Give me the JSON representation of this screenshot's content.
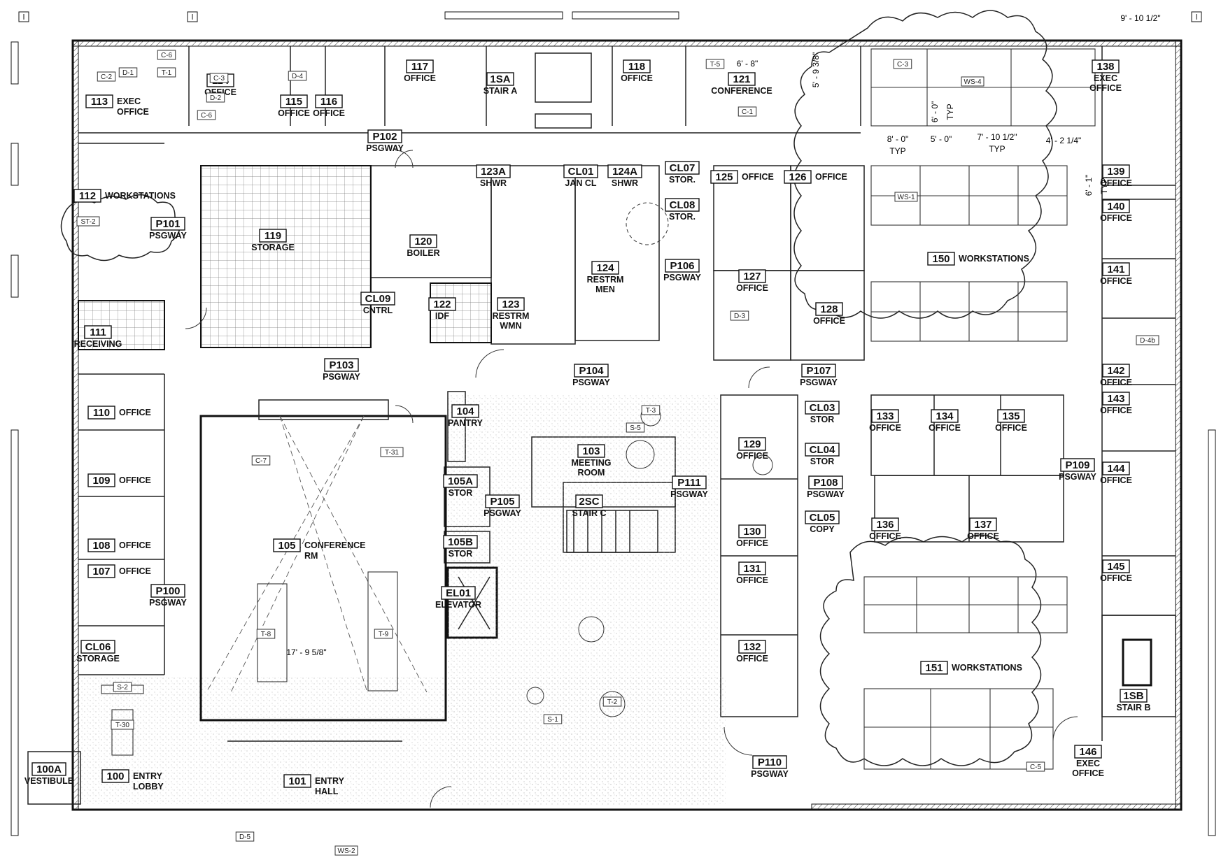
{
  "rooms": [
    {
      "id": "r113",
      "num": "113",
      "name": [
        "EXEC",
        "OFFICE"
      ]
    },
    {
      "id": "r114",
      "num": "114",
      "name": [
        "OFFICE"
      ]
    },
    {
      "id": "r115",
      "num": "115",
      "name": [
        "OFFICE"
      ]
    },
    {
      "id": "r116",
      "num": "116",
      "name": [
        "OFFICE"
      ]
    },
    {
      "id": "r117",
      "num": "117",
      "name": [
        "OFFICE"
      ]
    },
    {
      "id": "r1SA",
      "num": "1SA",
      "name": [
        "STAIR A"
      ]
    },
    {
      "id": "r118",
      "num": "118",
      "name": [
        "OFFICE"
      ]
    },
    {
      "id": "r121",
      "num": "121",
      "name": [
        "CONFERENCE"
      ]
    },
    {
      "id": "r138",
      "num": "138",
      "name": [
        "EXEC",
        "OFFICE"
      ]
    },
    {
      "id": "rP102",
      "num": "P102",
      "name": [
        "PSGWAY"
      ]
    },
    {
      "id": "r112",
      "num": "112",
      "name": [
        "WORKSTATIONS"
      ]
    },
    {
      "id": "rP101",
      "num": "P101",
      "name": [
        "PSGWAY"
      ]
    },
    {
      "id": "r119",
      "num": "119",
      "name": [
        "STORAGE"
      ]
    },
    {
      "id": "r120",
      "num": "120",
      "name": [
        "BOILER"
      ]
    },
    {
      "id": "r123A",
      "num": "123A",
      "name": [
        "SHWR"
      ]
    },
    {
      "id": "rCL01",
      "num": "CL01",
      "name": [
        "JAN CL"
      ]
    },
    {
      "id": "r124A",
      "num": "124A",
      "name": [
        "SHWR"
      ]
    },
    {
      "id": "rCL07",
      "num": "CL07",
      "name": [
        "STOR."
      ]
    },
    {
      "id": "rCL08",
      "num": "CL08",
      "name": [
        "STOR."
      ]
    },
    {
      "id": "r125",
      "num": "125",
      "name": [
        "OFFICE"
      ]
    },
    {
      "id": "r126",
      "num": "126",
      "name": [
        "OFFICE"
      ]
    },
    {
      "id": "r139",
      "num": "139",
      "name": [
        "OFFICE"
      ]
    },
    {
      "id": "r140",
      "num": "140",
      "name": [
        "OFFICE"
      ]
    },
    {
      "id": "r150",
      "num": "150",
      "name": [
        "WORKSTATIONS"
      ]
    },
    {
      "id": "r124",
      "num": "124",
      "name": [
        "RESTRM",
        "MEN"
      ]
    },
    {
      "id": "rP106",
      "num": "P106",
      "name": [
        "PSGWAY"
      ]
    },
    {
      "id": "r127",
      "num": "127",
      "name": [
        "OFFICE"
      ]
    },
    {
      "id": "r128",
      "num": "128",
      "name": [
        "OFFICE"
      ]
    },
    {
      "id": "r141",
      "num": "141",
      "name": [
        "OFFICE"
      ]
    },
    {
      "id": "r111",
      "num": "111",
      "name": [
        "RECEIVING"
      ]
    },
    {
      "id": "rCL09",
      "num": "CL09",
      "name": [
        "CNTRL"
      ]
    },
    {
      "id": "r122",
      "num": "122",
      "name": [
        "IDF"
      ]
    },
    {
      "id": "r123",
      "num": "123",
      "name": [
        "RESTRM",
        "WMN"
      ]
    },
    {
      "id": "rP103",
      "num": "P103",
      "name": [
        "PSGWAY"
      ]
    },
    {
      "id": "rP104",
      "num": "P104",
      "name": [
        "PSGWAY"
      ]
    },
    {
      "id": "rP107",
      "num": "P107",
      "name": [
        "PSGWAY"
      ]
    },
    {
      "id": "r142",
      "num": "142",
      "name": [
        "OFFICE"
      ]
    },
    {
      "id": "r110",
      "num": "110",
      "name": [
        "OFFICE"
      ]
    },
    {
      "id": "r104",
      "num": "104",
      "name": [
        "PANTRY"
      ]
    },
    {
      "id": "r129",
      "num": "129",
      "name": [
        "OFFICE"
      ]
    },
    {
      "id": "rCL03",
      "num": "CL03",
      "name": [
        "STOR"
      ]
    },
    {
      "id": "r133",
      "num": "133",
      "name": [
        "OFFICE"
      ]
    },
    {
      "id": "r134",
      "num": "134",
      "name": [
        "OFFICE"
      ]
    },
    {
      "id": "r135",
      "num": "135",
      "name": [
        "OFFICE"
      ]
    },
    {
      "id": "r143",
      "num": "143",
      "name": [
        "OFFICE"
      ]
    },
    {
      "id": "r103",
      "num": "103",
      "name": [
        "MEETING",
        "ROOM"
      ]
    },
    {
      "id": "rCL04",
      "num": "CL04",
      "name": [
        "STOR"
      ]
    },
    {
      "id": "rP109",
      "num": "P109",
      "name": [
        "PSGWAY"
      ]
    },
    {
      "id": "r109",
      "num": "109",
      "name": [
        "OFFICE"
      ]
    },
    {
      "id": "r105A",
      "num": "105A",
      "name": [
        "STOR"
      ]
    },
    {
      "id": "rP111",
      "num": "P111",
      "name": [
        "PSGWAY"
      ]
    },
    {
      "id": "rP108",
      "num": "P108",
      "name": [
        "PSGWAY"
      ]
    },
    {
      "id": "r144",
      "num": "144",
      "name": [
        "OFFICE"
      ]
    },
    {
      "id": "rP105",
      "num": "P105",
      "name": [
        "PSGWAY"
      ]
    },
    {
      "id": "r2SC",
      "num": "2SC",
      "name": [
        "STAIR C"
      ]
    },
    {
      "id": "r130",
      "num": "130",
      "name": [
        "OFFICE"
      ]
    },
    {
      "id": "rCL05",
      "num": "CL05",
      "name": [
        "COPY"
      ]
    },
    {
      "id": "r136",
      "num": "136",
      "name": [
        "OFFICE"
      ]
    },
    {
      "id": "r137",
      "num": "137",
      "name": [
        "OFFICE"
      ]
    },
    {
      "id": "r108",
      "num": "108",
      "name": [
        "OFFICE"
      ]
    },
    {
      "id": "r105B",
      "num": "105B",
      "name": [
        "STOR"
      ]
    },
    {
      "id": "r105",
      "num": "105",
      "name": [
        "CONFERENCE",
        "RM"
      ]
    },
    {
      "id": "r131",
      "num": "131",
      "name": [
        "OFFICE"
      ]
    },
    {
      "id": "r145",
      "num": "145",
      "name": [
        "OFFICE"
      ]
    },
    {
      "id": "r107",
      "num": "107",
      "name": [
        "OFFICE"
      ]
    },
    {
      "id": "rEL01",
      "num": "EL01",
      "name": [
        "ELEVATOR"
      ]
    },
    {
      "id": "rP100",
      "num": "P100",
      "name": [
        "PSGWAY"
      ]
    },
    {
      "id": "rCL06",
      "num": "CL06",
      "name": [
        "STORAGE"
      ]
    },
    {
      "id": "r132",
      "num": "132",
      "name": [
        "OFFICE"
      ]
    },
    {
      "id": "r151",
      "num": "151",
      "name": [
        "WORKSTATIONS"
      ]
    },
    {
      "id": "r1SB",
      "num": "1SB",
      "name": [
        "STAIR B"
      ]
    },
    {
      "id": "r146",
      "num": "146",
      "name": [
        "EXEC",
        "OFFICE"
      ]
    },
    {
      "id": "r100A",
      "num": "100A",
      "name": [
        "VESTIBULE"
      ]
    },
    {
      "id": "r100",
      "num": "100",
      "name": [
        "ENTRY",
        "LOBBY"
      ]
    },
    {
      "id": "r101",
      "num": "101",
      "name": [
        "ENTRY",
        "HALL"
      ]
    },
    {
      "id": "rP110",
      "num": "P110",
      "name": [
        "PSGWAY"
      ]
    }
  ],
  "dimensions": [
    {
      "id": "d1",
      "text": "9' - 10 1/2\""
    },
    {
      "id": "d2",
      "text": "6' - 8\""
    },
    {
      "id": "d3",
      "text": "5' - 9 3/8\""
    },
    {
      "id": "d4",
      "text": "6' - 0\""
    },
    {
      "id": "d5",
      "text": "TYP"
    },
    {
      "id": "d6",
      "text": "8' - 0\""
    },
    {
      "id": "d7",
      "text": "TYP"
    },
    {
      "id": "d8",
      "text": "5' - 0\""
    },
    {
      "id": "d9",
      "text": "7' - 10 1/2\""
    },
    {
      "id": "d10",
      "text": "TYP"
    },
    {
      "id": "d11",
      "text": "4' - 2 1/4\""
    },
    {
      "id": "d12",
      "text": "6' - 1\""
    },
    {
      "id": "d13",
      "text": "TYP."
    },
    {
      "id": "d14",
      "text": "17' - 9 5/8\""
    }
  ],
  "furniture_tags": [
    {
      "id": "f1",
      "text": "C-2"
    },
    {
      "id": "f2",
      "text": "D-1"
    },
    {
      "id": "f3",
      "text": "T-1"
    },
    {
      "id": "f4",
      "text": "C-6"
    },
    {
      "id": "f5",
      "text": "C-3"
    },
    {
      "id": "f6",
      "text": "D-2"
    },
    {
      "id": "f7",
      "text": "D-4"
    },
    {
      "id": "f8",
      "text": "C-6"
    },
    {
      "id": "f9",
      "text": "T-5"
    },
    {
      "id": "f10",
      "text": "C-1"
    },
    {
      "id": "f11",
      "text": "WS-4"
    },
    {
      "id": "f12",
      "text": "C-3"
    },
    {
      "id": "f13",
      "text": "ST-2"
    },
    {
      "id": "f14",
      "text": "WS-1"
    },
    {
      "id": "f15",
      "text": "D-3"
    },
    {
      "id": "f16",
      "text": "D-4b"
    },
    {
      "id": "f17",
      "text": "T-31"
    },
    {
      "id": "f18",
      "text": "C-7"
    },
    {
      "id": "f19",
      "text": "T-3"
    },
    {
      "id": "f20",
      "text": "S-5"
    },
    {
      "id": "f21",
      "text": "T-8"
    },
    {
      "id": "f22",
      "text": "T-9"
    },
    {
      "id": "f23",
      "text": "S-1"
    },
    {
      "id": "f24",
      "text": "T-2"
    },
    {
      "id": "f25",
      "text": "S-2"
    },
    {
      "id": "f26",
      "text": "T-30"
    },
    {
      "id": "f27",
      "text": "WS-2"
    },
    {
      "id": "f28",
      "text": "D-5"
    },
    {
      "id": "f29",
      "text": "C-5"
    }
  ]
}
